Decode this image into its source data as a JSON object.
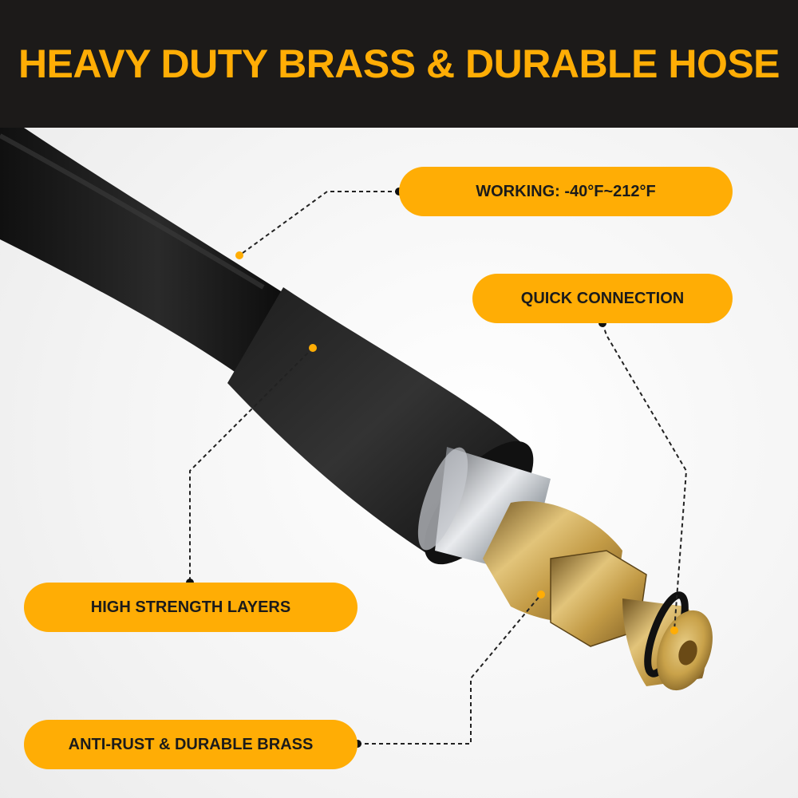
{
  "header": {
    "title": "HEAVY DUTY BRASS & DURABLE HOSE"
  },
  "callouts": {
    "working_temp": "WORKING: -40°F~212°F",
    "quick_connection": "QUICK CONNECTION",
    "high_strength": "HIGH STRENGTH LAYERS",
    "anti_rust": "ANTI-RUST & DURABLE BRASS"
  },
  "colors": {
    "accent": "#ffad05",
    "header_bg": "#1c1a19",
    "hose": "#1a1a1a",
    "brass": "#c9a24a"
  }
}
